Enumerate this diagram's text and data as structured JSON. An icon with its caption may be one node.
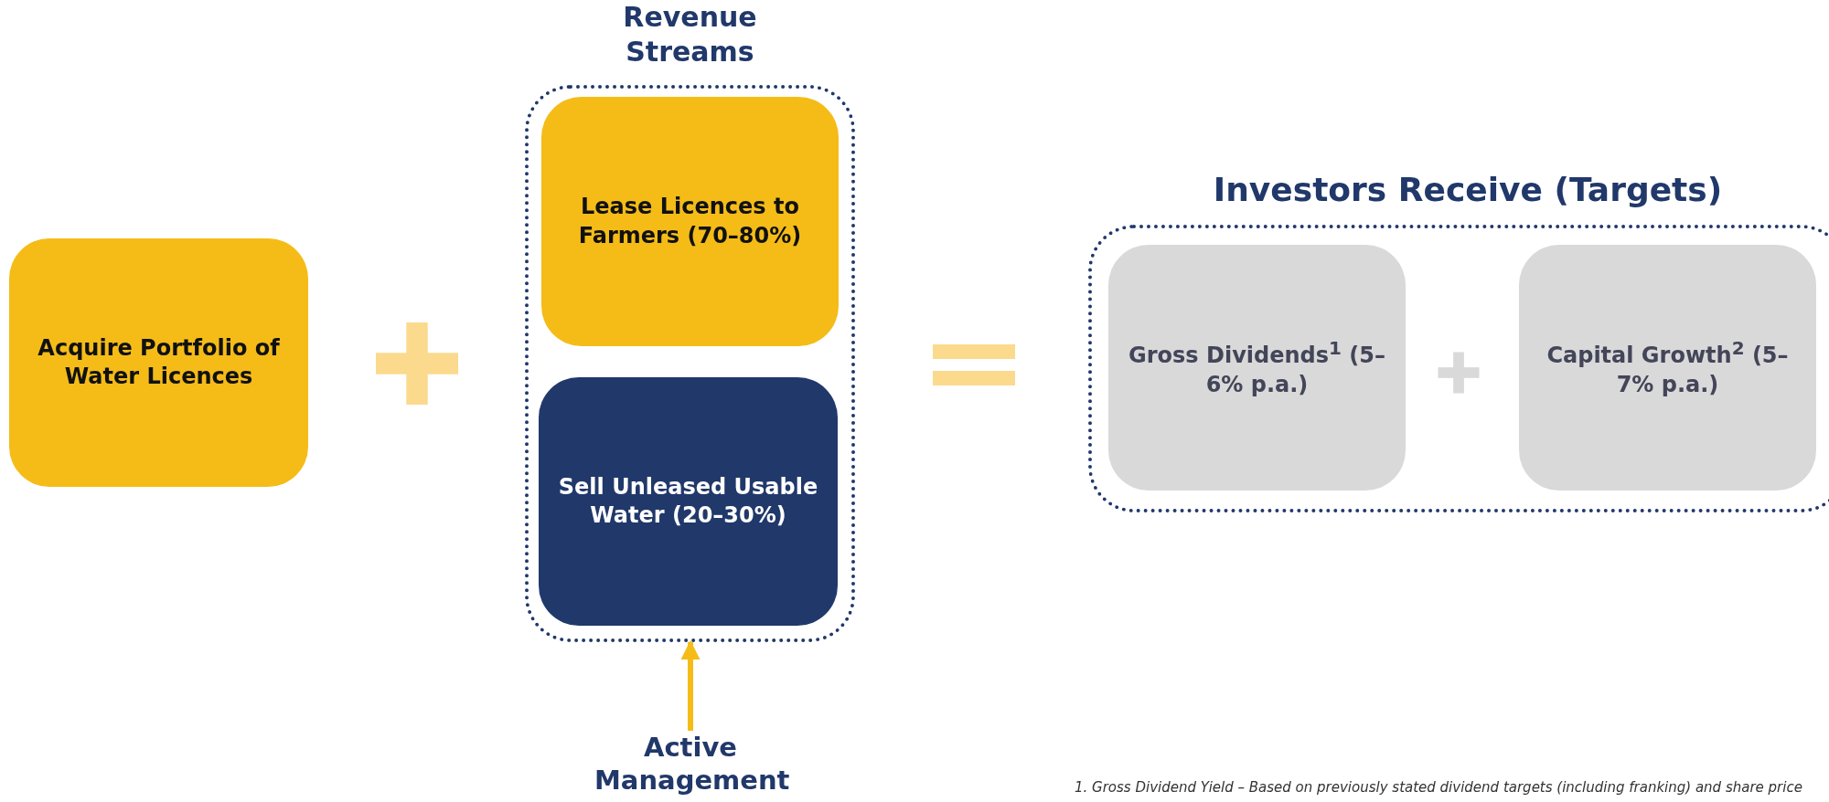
{
  "diagram": {
    "nodes": [
      {
        "text": [
          "Acquire Portfolio of Water Licences"
        ]
      },
      {
        "text": [
          "Revenue Streams"
        ]
      },
      {
        "text": [
          "Lease Licences to Farmers (70–80%)"
        ],
        "in": 1
      },
      {
        "text": [
          "Sell Unleased Usable Water (20–30%)"
        ],
        "in": 1
      },
      {
        "text": [
          "Active Management"
        ]
      },
      {
        "text": [
          "Investors Receive (Targets)"
        ]
      },
      {
        "text": [
          "Gross Dividends$^{1}$ (5–6% p.a.)"
        ],
        "in": 5
      },
      {
        "text": [
          "Capital Growth$^{2}$ (5–7% p.a.)"
        ],
        "in": 5
      }
    ],
    "edges": [
      {
        "from": 4,
        "to": 1,
        "arrow": "to"
      }
    ],
    "labels": [
      "1. Gross Dividend Yield – Based on previously stated dividend targets (including franking) and share price"
    ]
  }
}
